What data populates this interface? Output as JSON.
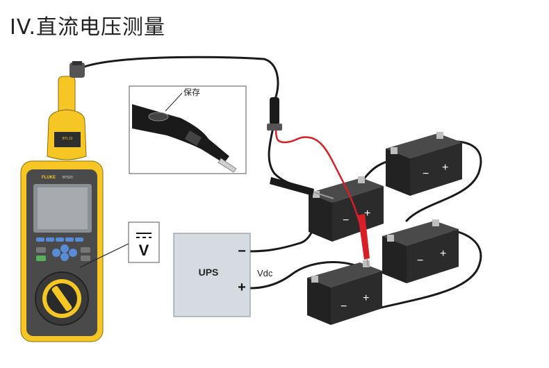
{
  "title": "IV.直流电压测量",
  "inset": {
    "label": "保存"
  },
  "symbol": {
    "label": "V"
  },
  "ups": {
    "label": "UPS",
    "minus": "−",
    "plus": "+"
  },
  "measurement": {
    "label": "Vdc"
  },
  "meter": {
    "brand": "FLUKE",
    "model": "BT520",
    "probe_model": "BTL10"
  },
  "battery": {
    "minus": "−",
    "plus": "+"
  },
  "colors": {
    "meter_yellow": "#f6c624",
    "meter_dark": "#4a4a4a",
    "battery_body": "#2b2b2b",
    "probe_red": "#d81e27",
    "ups_fill": "#d5dbe0"
  }
}
